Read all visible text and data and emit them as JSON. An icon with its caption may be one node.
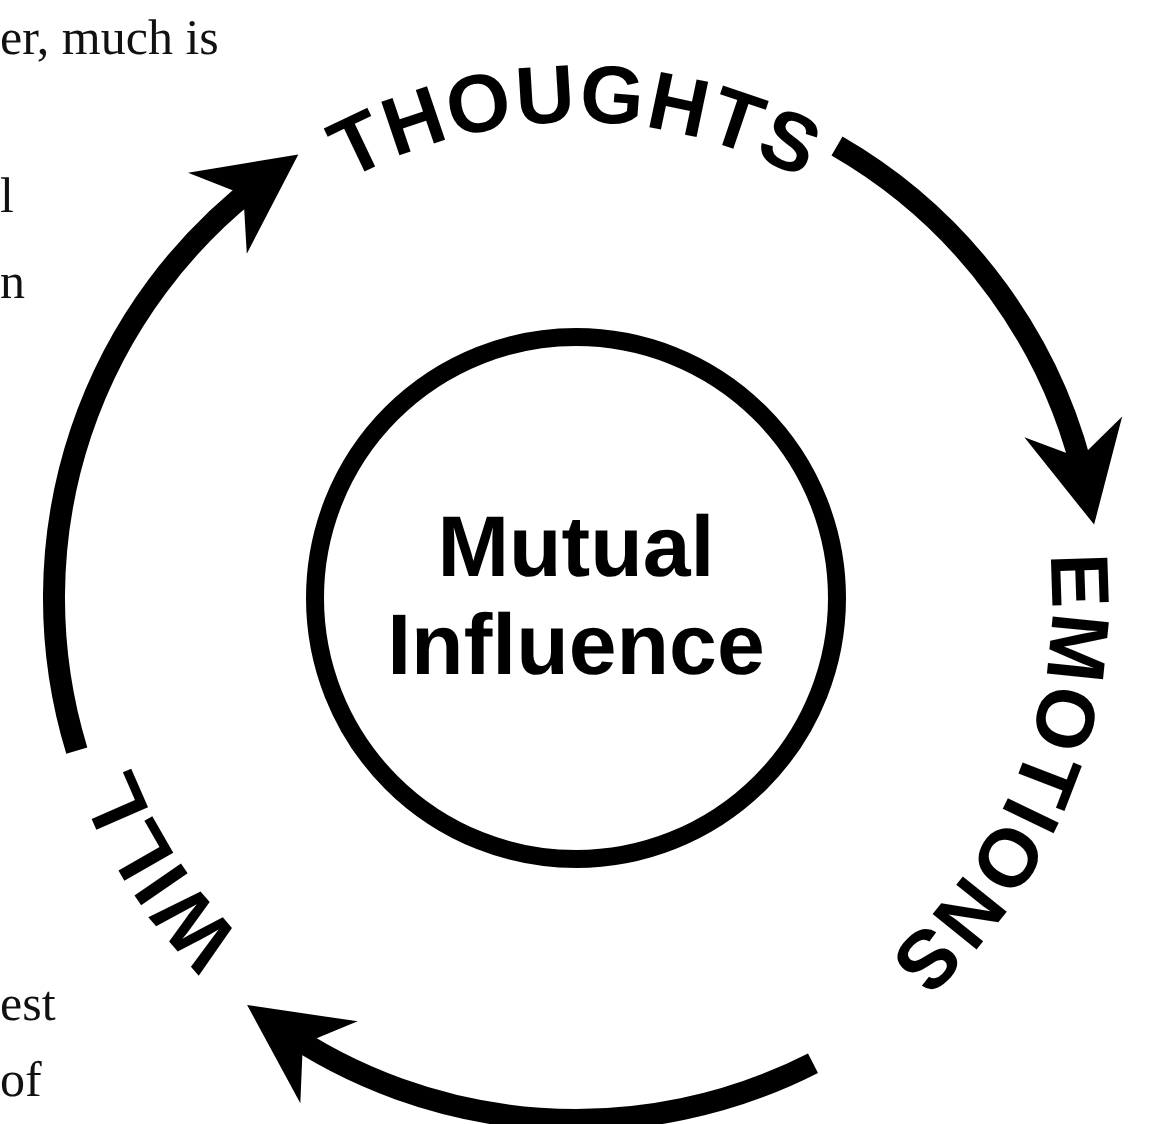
{
  "diagram": {
    "nodes": [
      {
        "text": [
          "THOUGHTS"
        ]
      },
      {
        "text": [
          "EMOTIONS"
        ]
      },
      {
        "text": [
          "WILL"
        ]
      },
      {
        "text": [
          "Mutual Influence"
        ]
      }
    ],
    "edges": [
      {
        "from": 0,
        "to": 1,
        "arrow": "to"
      },
      {
        "from": 1,
        "to": 2,
        "arrow": "to"
      },
      {
        "from": 2,
        "to": 0,
        "arrow": "to"
      }
    ],
    "labels": [
      "er, much is",
      "l",
      "n",
      "est",
      "of"
    ]
  }
}
